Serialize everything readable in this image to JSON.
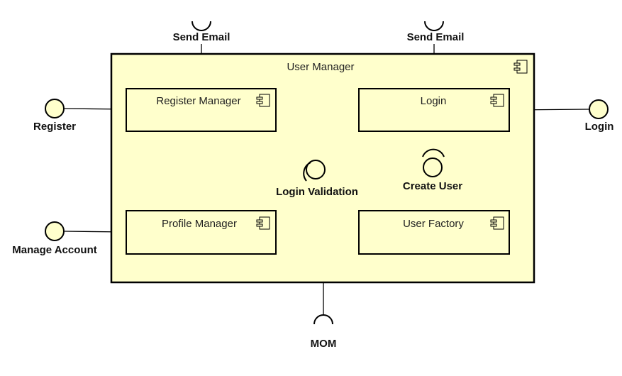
{
  "diagram": {
    "container": {
      "title": "User Manager"
    },
    "components": {
      "register_manager": {
        "title": "Register Manager"
      },
      "login": {
        "title": "Login"
      },
      "profile_manager": {
        "title": "Profile Manager"
      },
      "user_factory": {
        "title": "User Factory"
      }
    },
    "interfaces": {
      "send_email_left": "Send Email",
      "send_email_right": "Send Email",
      "register": "Register",
      "login": "Login",
      "login_validation": "Login Validation",
      "create_user": "Create User",
      "manage_account": "Manage Account",
      "mom": "MOM"
    }
  },
  "colors": {
    "component_fill": "#ffffcc",
    "interface_fill": "#ffffcc",
    "stroke": "#000000"
  }
}
